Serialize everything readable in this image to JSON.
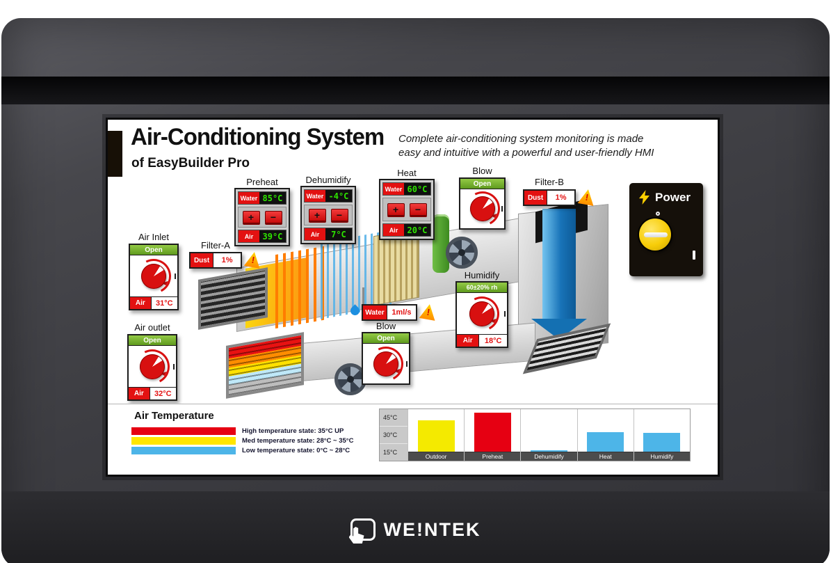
{
  "device": {
    "brand": "WE!NTEK"
  },
  "screen": {
    "header": {
      "title": "Air-Conditioning System",
      "subtitle": "of EasyBuilder Pro",
      "tagline_line1": "Complete air-conditioning system monitoring is made",
      "tagline_line2": "easy and intuitive with a powerful and user-friendly HMI"
    },
    "widgets": {
      "air_inlet": {
        "label": "Air Inlet",
        "status": "Open",
        "field": "Air",
        "value": "31°C"
      },
      "filter_a": {
        "label": "Filter-A",
        "field": "Dust",
        "value": "1%"
      },
      "preheat": {
        "label": "Preheat",
        "water_field": "Water",
        "water_value": "85°C",
        "plus": "+",
        "minus": "−",
        "air_field": "Air",
        "air_value": "39°C"
      },
      "dehumidify": {
        "label": "Dehumidify",
        "water_field": "Water",
        "water_value": "-4°C",
        "plus": "+",
        "minus": "−",
        "air_field": "Air",
        "air_value": "7°C"
      },
      "heat": {
        "label": "Heat",
        "water_field": "Water",
        "water_value": "60°C",
        "plus": "+",
        "minus": "−",
        "air_field": "Air",
        "air_value": "20°C"
      },
      "blow_top": {
        "label": "Blow",
        "status": "Open"
      },
      "filter_b": {
        "label": "Filter-B",
        "field": "Dust",
        "value": "1%"
      },
      "humidify": {
        "label": "Humidify",
        "status": "60±20% rh",
        "field": "Air",
        "value": "18°C"
      },
      "water_flow": {
        "field": "Water",
        "value": "1ml/s"
      },
      "blow_bottom": {
        "label": "Blow",
        "status": "Open"
      },
      "air_outlet": {
        "label": "Air outlet",
        "status": "Open",
        "field": "Air",
        "value": "32°C"
      },
      "power": {
        "label": "Power"
      }
    },
    "legend": {
      "title": "Air Temperature",
      "items": [
        {
          "color": "#e60012",
          "text": "High temperature state: 35°C UP"
        },
        {
          "color": "#ffe600",
          "text": "Med temperature state: 28°C ~ 35°C"
        },
        {
          "color": "#4db5e8",
          "text": "Low temperature state: 0°C ~ 28°C"
        }
      ]
    }
  },
  "chart_data": {
    "type": "bar",
    "title": "Air Temperature",
    "categories": [
      "Outdoor",
      "Preheat",
      "Dehumidify",
      "Heat",
      "Humidify"
    ],
    "values": [
      37,
      46,
      2,
      23,
      22
    ],
    "bar_colors": [
      "#f4ea00",
      "#e60012",
      "#4db5e8",
      "#4db5e8",
      "#4db5e8"
    ],
    "ytick_labels": [
      "45°C",
      "30°C",
      "15°C"
    ],
    "ylim": [
      0,
      50
    ],
    "ylabel": "",
    "xlabel": "",
    "grid": false,
    "legend_position": "left"
  }
}
